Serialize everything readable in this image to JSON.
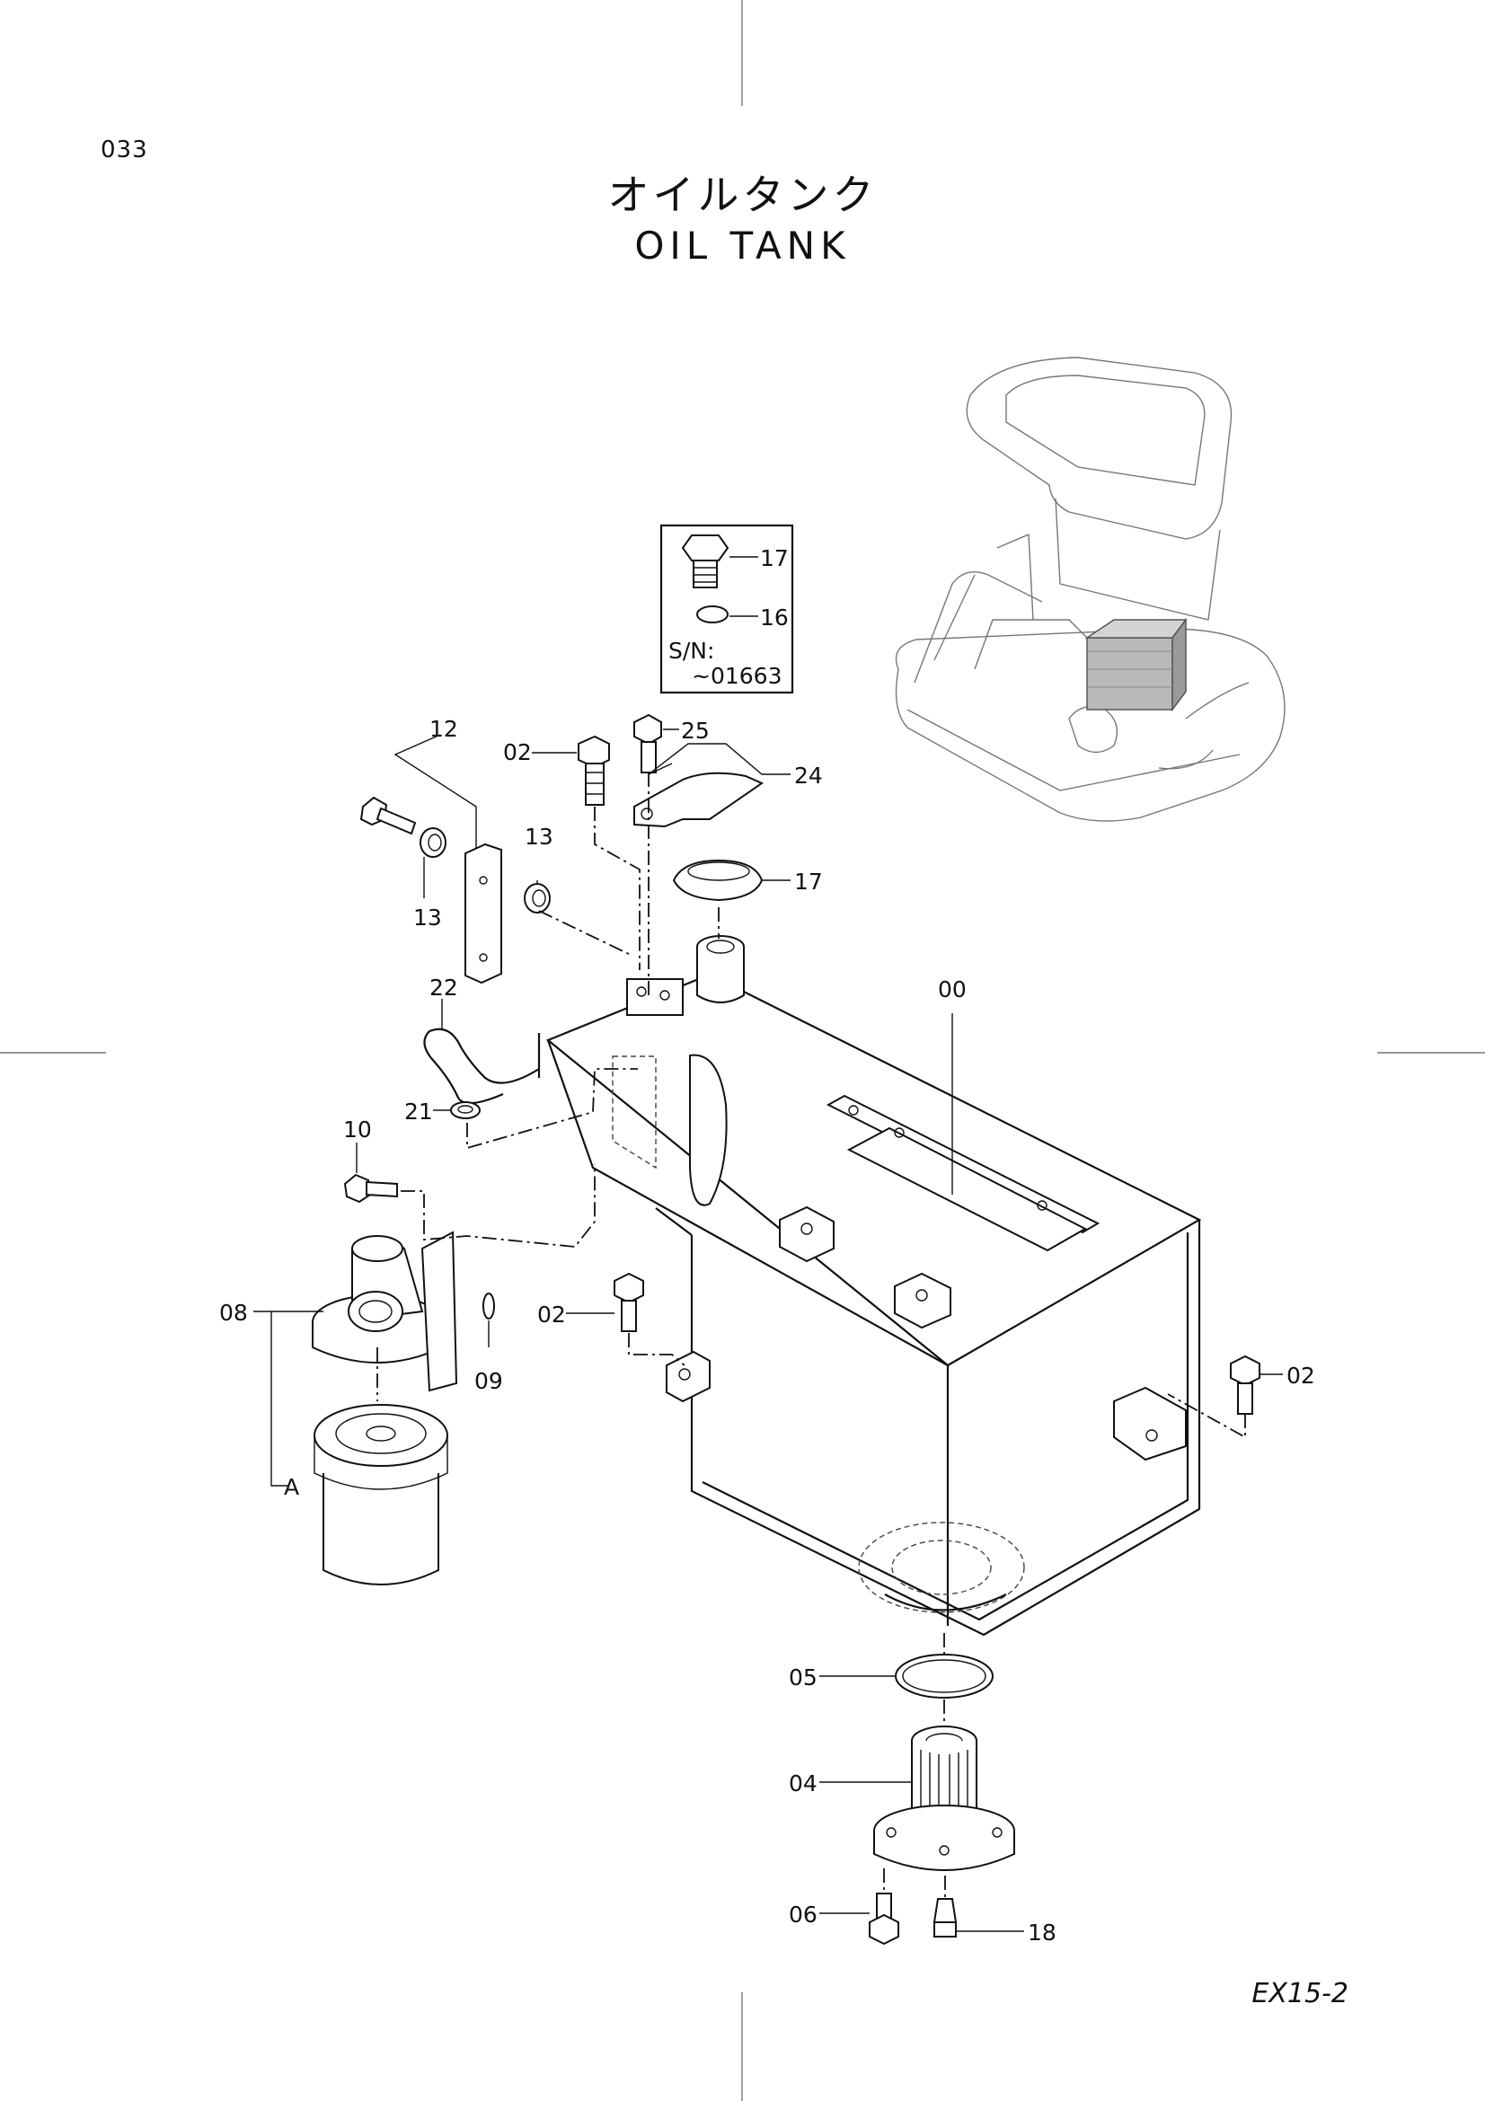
{
  "page": {
    "number": "033",
    "model_code": "EX15-2"
  },
  "title": {
    "japanese": "オイルタンク",
    "english": "OIL  TANK"
  },
  "inset": {
    "serial_label": "S/N:",
    "serial_range": "~01663"
  },
  "callouts": [
    {
      "id": "c17a",
      "label": "17"
    },
    {
      "id": "c16",
      "label": "16"
    },
    {
      "id": "c12",
      "label": "12"
    },
    {
      "id": "c02a",
      "label": "02"
    },
    {
      "id": "c25",
      "label": "25"
    },
    {
      "id": "c24",
      "label": "24"
    },
    {
      "id": "c13a",
      "label": "13"
    },
    {
      "id": "c13b",
      "label": "13"
    },
    {
      "id": "c17b",
      "label": "17"
    },
    {
      "id": "c00",
      "label": "00"
    },
    {
      "id": "c22",
      "label": "22"
    },
    {
      "id": "c21",
      "label": "21"
    },
    {
      "id": "c10",
      "label": "10"
    },
    {
      "id": "c08",
      "label": "08"
    },
    {
      "id": "c02b",
      "label": "02"
    },
    {
      "id": "c09",
      "label": "09"
    },
    {
      "id": "c02c",
      "label": "02"
    },
    {
      "id": "cA",
      "label": "A"
    },
    {
      "id": "c05",
      "label": "05"
    },
    {
      "id": "c04",
      "label": "04"
    },
    {
      "id": "c06",
      "label": "06"
    },
    {
      "id": "c18",
      "label": "18"
    }
  ]
}
